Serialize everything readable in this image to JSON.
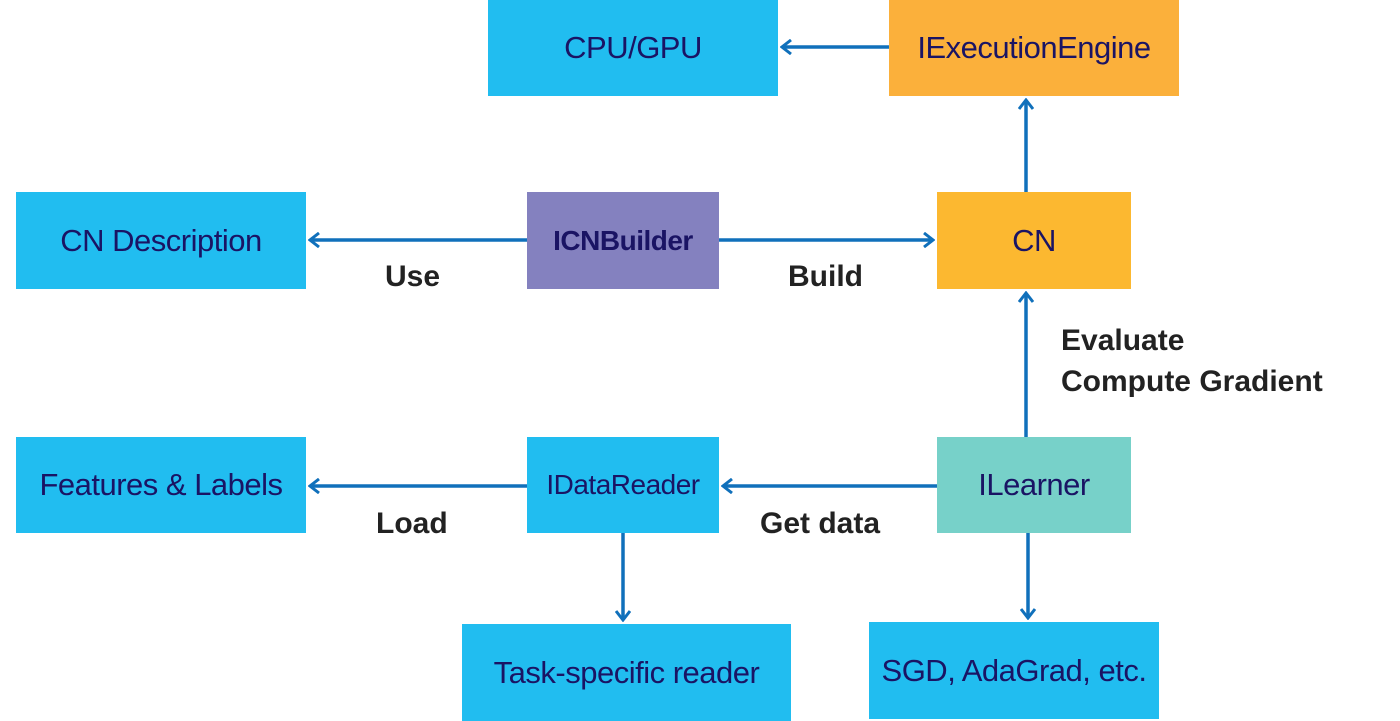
{
  "colors": {
    "blue": "#21bdf0",
    "orange_engine": "#fbb03b",
    "orange_cn": "#fcb830",
    "purple": "#8481bf",
    "teal": "#77d1c9",
    "arrow": "#1070bb",
    "node_text": "#1a1464",
    "label_text": "#222222"
  },
  "nodes": {
    "cpu_gpu": "CPU/GPU",
    "execution_engine": "IExecutionEngine",
    "cn_description": "CN Description",
    "icn_builder": "ICNBuilder",
    "cn": "CN",
    "features_labels": "Features & Labels",
    "idata_reader": "IDataReader",
    "ilearner": "ILearner",
    "task_reader": "Task-specific reader",
    "optimizers": "SGD, AdaGrad, etc."
  },
  "edges": [
    {
      "from": "IExecutionEngine",
      "to": "CPU/GPU",
      "label": ""
    },
    {
      "from": "CN",
      "to": "IExecutionEngine",
      "label": ""
    },
    {
      "from": "ICNBuilder",
      "to": "CN Description",
      "label": "Use"
    },
    {
      "from": "ICNBuilder",
      "to": "CN",
      "label": "Build"
    },
    {
      "from": "ILearner",
      "to": "CN",
      "label": "Evaluate\nCompute Gradient"
    },
    {
      "from": "IDataReader",
      "to": "Features & Labels",
      "label": "Load"
    },
    {
      "from": "ILearner",
      "to": "IDataReader",
      "label": "Get data"
    },
    {
      "from": "IDataReader",
      "to": "Task-specific reader",
      "label": ""
    },
    {
      "from": "ILearner",
      "to": "SGD, AdaGrad, etc.",
      "label": ""
    }
  ],
  "labels": {
    "use": "Use",
    "build": "Build",
    "evaluate": "Evaluate",
    "compute_gradient": "Compute Gradient",
    "load": "Load",
    "get_data": "Get data"
  }
}
